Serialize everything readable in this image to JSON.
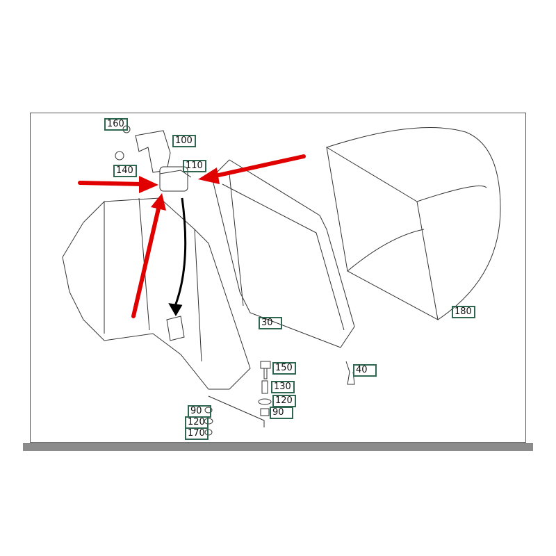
{
  "diagram": {
    "part_labels": [
      {
        "id": "label-160",
        "text": "160"
      },
      {
        "id": "label-100",
        "text": "100"
      },
      {
        "id": "label-140",
        "text": "140"
      },
      {
        "id": "label-110",
        "text": "110"
      },
      {
        "id": "label-30",
        "text": "30"
      },
      {
        "id": "label-180",
        "text": "180"
      },
      {
        "id": "label-150",
        "text": "150"
      },
      {
        "id": "label-130",
        "text": "130"
      },
      {
        "id": "label-120a",
        "text": "120"
      },
      {
        "id": "label-90a",
        "text": "90"
      },
      {
        "id": "label-40",
        "text": "40"
      },
      {
        "id": "label-90b",
        "text": "90"
      },
      {
        "id": "label-120b",
        "text": "120"
      },
      {
        "id": "label-170",
        "text": "170"
      }
    ],
    "colors": {
      "label_border": "#2e6650",
      "highlight_arrow": "#e00000",
      "frame": "#555555"
    }
  }
}
